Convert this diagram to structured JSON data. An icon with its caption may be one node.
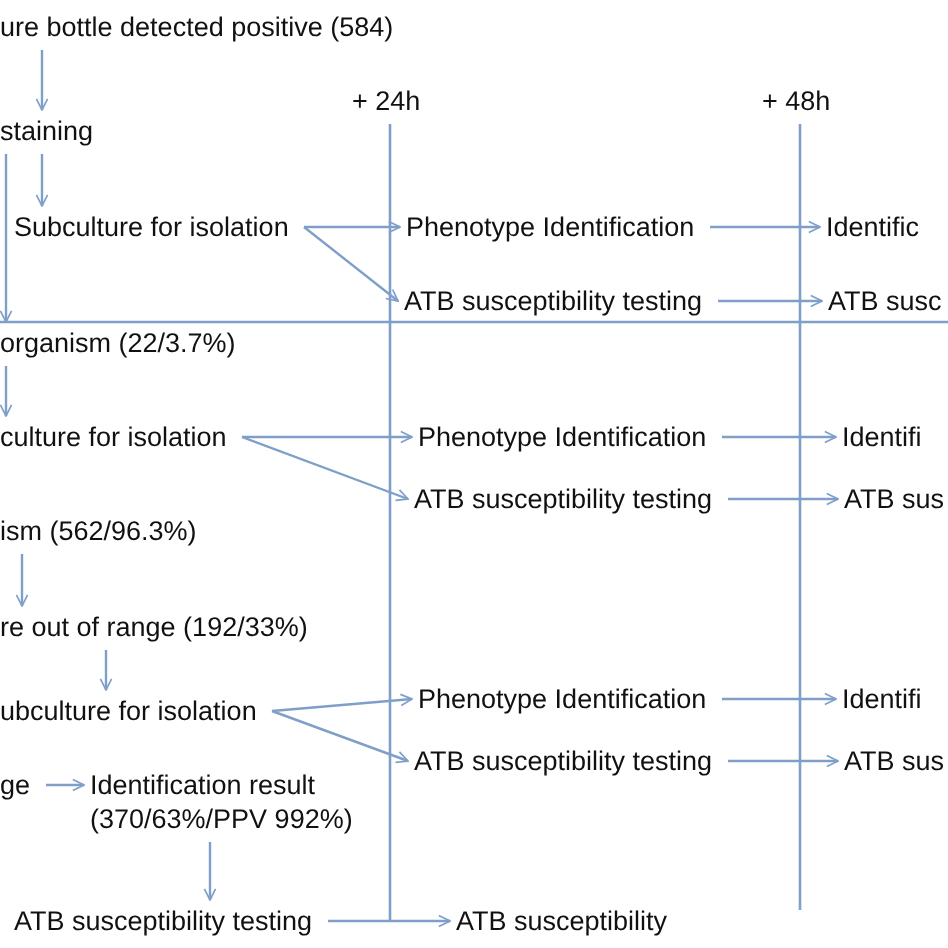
{
  "diagram": {
    "nodes": [
      {
        "text": [
          "ure bottle detected positive (584)"
        ]
      },
      {
        "text": [
          "staining"
        ]
      },
      {
        "text": [
          "Subculture for isolation"
        ]
      },
      {
        "text": [
          "Phenotype  Identification"
        ]
      },
      {
        "text": [
          "ATB susceptibility testing"
        ]
      },
      {
        "text": [
          "Identific"
        ]
      },
      {
        "text": [
          "ATB susc"
        ]
      },
      {
        "text": [
          "organism (22/3.7%)"
        ]
      },
      {
        "text": [
          "culture for isolation"
        ]
      },
      {
        "text": [
          "Phenotype  Identification"
        ]
      },
      {
        "text": [
          "ATB susceptibility testing"
        ]
      },
      {
        "text": [
          "Identifi"
        ]
      },
      {
        "text": [
          "ATB sus"
        ]
      },
      {
        "text": [
          "ism (562/96.3%)"
        ]
      },
      {
        "text": [
          "re out of  range (192/33%)"
        ]
      },
      {
        "text": [
          "ubculture for isolation"
        ]
      },
      {
        "text": [
          "Phenotype  Identification"
        ]
      },
      {
        "text": [
          "ATB susceptibility testing"
        ]
      },
      {
        "text": [
          "Identifi"
        ]
      },
      {
        "text": [
          "ATB sus"
        ]
      },
      {
        "text": [
          "ge"
        ]
      },
      {
        "text": [
          "Identification result (370/63%/PPV 992%)"
        ]
      },
      {
        "text": [
          "ATB susceptibility testing"
        ]
      },
      {
        "text": [
          "ATB susceptibility"
        ]
      }
    ],
    "edges": [
      {
        "from": 0,
        "to": 1,
        "arrow": "to"
      },
      {
        "from": 1,
        "to": 2,
        "arrow": "to"
      },
      {
        "from": 2,
        "to": 3,
        "arrow": "to"
      },
      {
        "from": 2,
        "to": 4,
        "arrow": "to"
      },
      {
        "from": 3,
        "to": 5,
        "arrow": "to"
      },
      {
        "from": 4,
        "to": 6,
        "arrow": "to"
      },
      {
        "from": 1,
        "to": 7,
        "arrow": "to"
      },
      {
        "from": 7,
        "to": 8,
        "arrow": "to"
      },
      {
        "from": 8,
        "to": 9,
        "arrow": "to"
      },
      {
        "from": 8,
        "to": 10,
        "arrow": "to"
      },
      {
        "from": 9,
        "to": 11,
        "arrow": "to"
      },
      {
        "from": 10,
        "to": 12,
        "arrow": "to"
      },
      {
        "from": 13,
        "to": 14,
        "arrow": "to"
      },
      {
        "from": 14,
        "to": 15,
        "arrow": "to"
      },
      {
        "from": 15,
        "to": 16,
        "arrow": "to"
      },
      {
        "from": 15,
        "to": 17,
        "arrow": "to"
      },
      {
        "from": 16,
        "to": 18,
        "arrow": "to"
      },
      {
        "from": 17,
        "to": 19,
        "arrow": "to"
      },
      {
        "from": 20,
        "to": 21,
        "arrow": "to"
      },
      {
        "from": 21,
        "to": 22,
        "arrow": "to"
      },
      {
        "from": 22,
        "to": 23,
        "arrow": "to"
      }
    ],
    "labels": [
      "+ 24h",
      "+ 48h"
    ]
  }
}
